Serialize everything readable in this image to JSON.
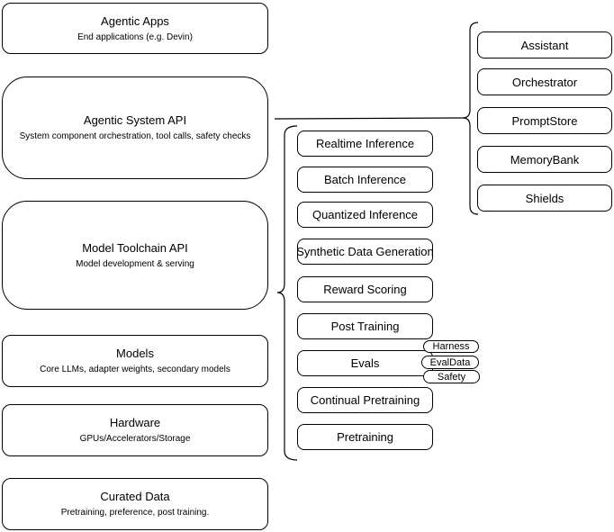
{
  "diagram": {
    "stack": [
      {
        "title": "Agentic Apps",
        "subtitle": "End applications (e.g. Devin)"
      },
      {
        "title": "Agentic System API",
        "subtitle": "System component orchestration, tool calls, safety checks"
      },
      {
        "title": "Model Toolchain API",
        "subtitle": "Model development & serving"
      },
      {
        "title": "Models",
        "subtitle": "Core LLMs, adapter weights, secondary models"
      },
      {
        "title": "Hardware",
        "subtitle": "GPUs/Accelerators/Storage"
      },
      {
        "title": "Curated Data",
        "subtitle": "Pretraining, preference, post training."
      }
    ],
    "toolchain_capabilities": [
      "Realtime Inference",
      "Batch Inference",
      "Quantized Inference",
      "Synthetic Data Generation",
      "Reward Scoring",
      "Post Training",
      "Evals",
      "Continual Pretraining",
      "Pretraining"
    ],
    "eval_tags": [
      "Harness",
      "EvalData",
      "Safety"
    ],
    "agentic_components": [
      "Assistant",
      "Orchestrator",
      "PromptStore",
      "MemoryBank",
      "Shields"
    ],
    "colors": {
      "stroke": "#000000",
      "background": "#ffffff",
      "text": "#000000"
    }
  }
}
